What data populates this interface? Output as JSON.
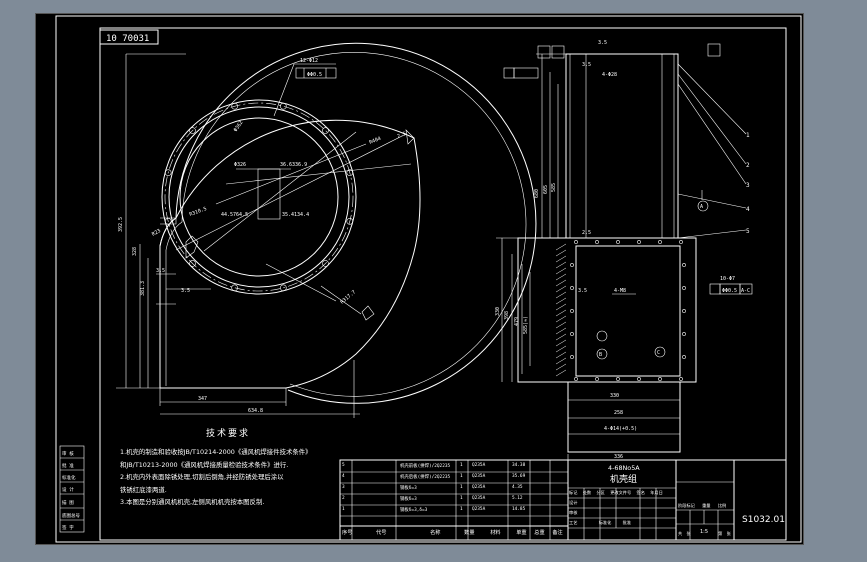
{
  "drawing": {
    "frame_code": "10 70031",
    "drawing_number": "S1032.01",
    "title": "机壳组",
    "subtitle": "4-68No5A"
  },
  "front_view": {
    "dims": [
      "12-Φ12",
      "ΦΦ0.5",
      "Φ362",
      "R404",
      "2.5",
      "Φ326",
      "R310.5",
      "36.6336.9",
      "44.5764.5",
      "35.4134.4",
      "R317.7",
      "392.5",
      "328",
      "381.3",
      "3.5",
      "3.5",
      "R23",
      "347",
      "634.8"
    ]
  },
  "side_view": {
    "dims": [
      "3.5",
      "3.5",
      "4-Φ28",
      "680",
      "605",
      "585",
      "2.5",
      "4-M8",
      "3.5",
      "330",
      "398",
      "479",
      "585(≈)",
      "10-Φ7",
      "ΦΦ0.5",
      "A-C",
      "330",
      "258",
      "4-Φ14(+0.5)",
      "336"
    ],
    "balloons": [
      "1",
      "2",
      "3",
      "4",
      "5"
    ],
    "datums": [
      "A",
      "B",
      "C"
    ]
  },
  "technical_requirements": {
    "heading": "技术要求",
    "lines": [
      "1.机壳的制造和验收按JB/T10214-2000《通风机焊接件技术条件》",
      "和JB/T10213-2000《通风机焊接质量检验技术条件》进行.",
      "2.机壳内外表面除锈处理,切割后倒角,并经防锈处理后涂以",
      "铁锈红底漆两道.",
      "3.本图是分别通风机机壳,左侧风机机壳按本图反制."
    ]
  },
  "left_strip": [
    "审 核",
    "批 准",
    "标准化",
    "设 计",
    "描 图",
    "底图总号",
    "签 字"
  ],
  "bom": {
    "rows": [
      [
        "5",
        "机壳前板(拼焊)/2Q2235",
        "1",
        "Q235A",
        "34.38",
        ""
      ],
      [
        "4",
        "机壳后板(拼焊)/2Q2235",
        "1",
        "Q235A",
        "35.69",
        ""
      ],
      [
        "3",
        "钢板δ=3",
        "1",
        "Q235A",
        "4.35",
        ""
      ],
      [
        "2",
        "钢板δ=3",
        "1",
        "Q235A",
        "5.12",
        ""
      ],
      [
        "1",
        "钢板δ=3,δ=3",
        "1",
        "Q235A",
        "14.85",
        ""
      ]
    ],
    "headers": [
      "序号",
      "代号",
      "名称",
      "数量",
      "材料",
      "单重",
      "总重",
      "备注"
    ]
  },
  "title_block": {
    "labels": [
      "标记",
      "处数",
      "分区",
      "更改文件号",
      "签名",
      "年月日",
      "设计",
      "审核",
      "工艺",
      "标准化",
      "批准",
      "阶段标记",
      "重量",
      "比例",
      "共",
      "张",
      "第",
      "张"
    ],
    "scale": "1:5"
  }
}
